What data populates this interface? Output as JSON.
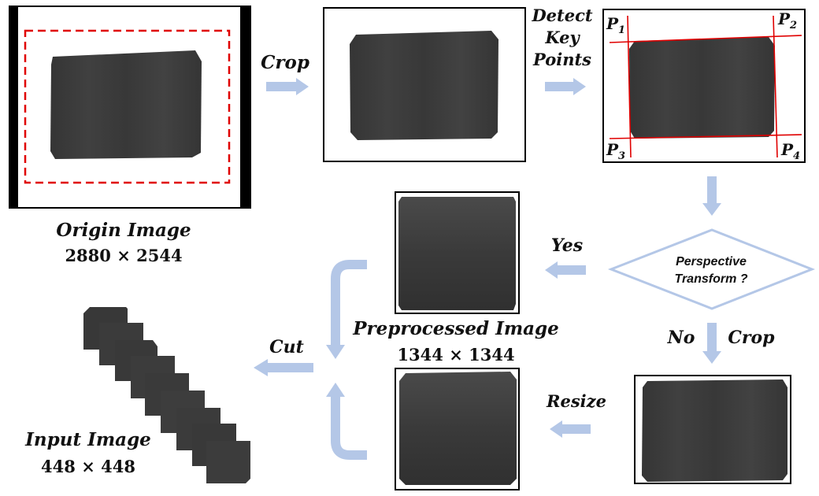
{
  "labels": {
    "origin_title": "Origin Image",
    "origin_size": "2880 × 2544",
    "crop_top": "Crop",
    "detect_line1": "Detect",
    "detect_line2": "Key",
    "detect_line3": "Points",
    "p1": "P",
    "p1_sub": "1",
    "p2": "P",
    "p2_sub": "2",
    "p3": "P",
    "p3_sub": "3",
    "p4": "P",
    "p4_sub": "4",
    "decision_line1": "Perspective",
    "decision_line2": "Transform ?",
    "yes": "Yes",
    "no": "No",
    "crop_no": "Crop",
    "resize": "Resize",
    "preprocessed_title": "Preprocessed Image",
    "preprocessed_size": "1344 × 1344",
    "cut": "Cut",
    "input_title": "Input Image",
    "input_size": "448 × 448"
  },
  "colors": {
    "arrow": "#b4c7e7",
    "crop_border": "#e00000",
    "keypoint_lines": "#e00000",
    "panel_dark": "#3c3c3c",
    "tile": "#3a3a3a"
  }
}
